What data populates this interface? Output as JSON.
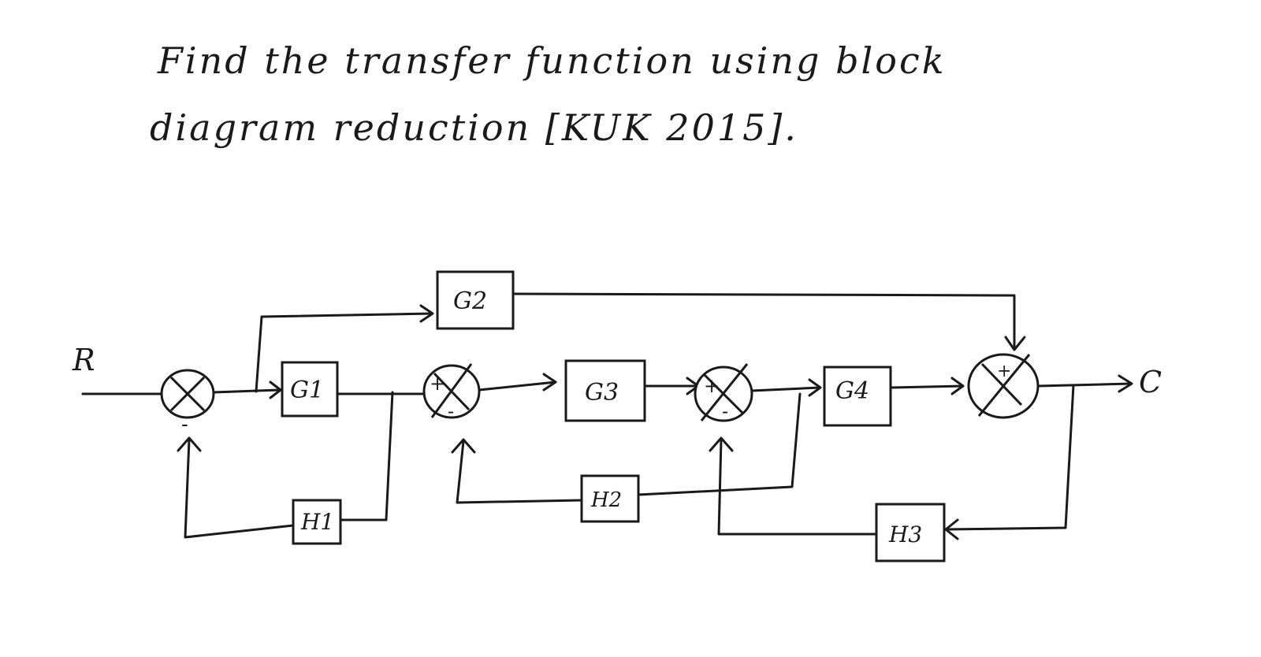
{
  "question": {
    "line1": "Find the transfer function using block",
    "line2": "diagram reduction [KUK 2015]."
  },
  "diagram": {
    "input_label": "R",
    "output_label": "C",
    "blocks": {
      "g1": "G1",
      "g2": "G2",
      "g3": "G3",
      "g4": "G4",
      "h1": "H1",
      "h2": "H2",
      "h3": "H3"
    },
    "signs": {
      "sj1_bottom": "-",
      "sj2_left": "+",
      "sj2_bottom": "-",
      "sj3_left": "+",
      "sj3_bottom": "-",
      "sj4_top": "+"
    }
  }
}
